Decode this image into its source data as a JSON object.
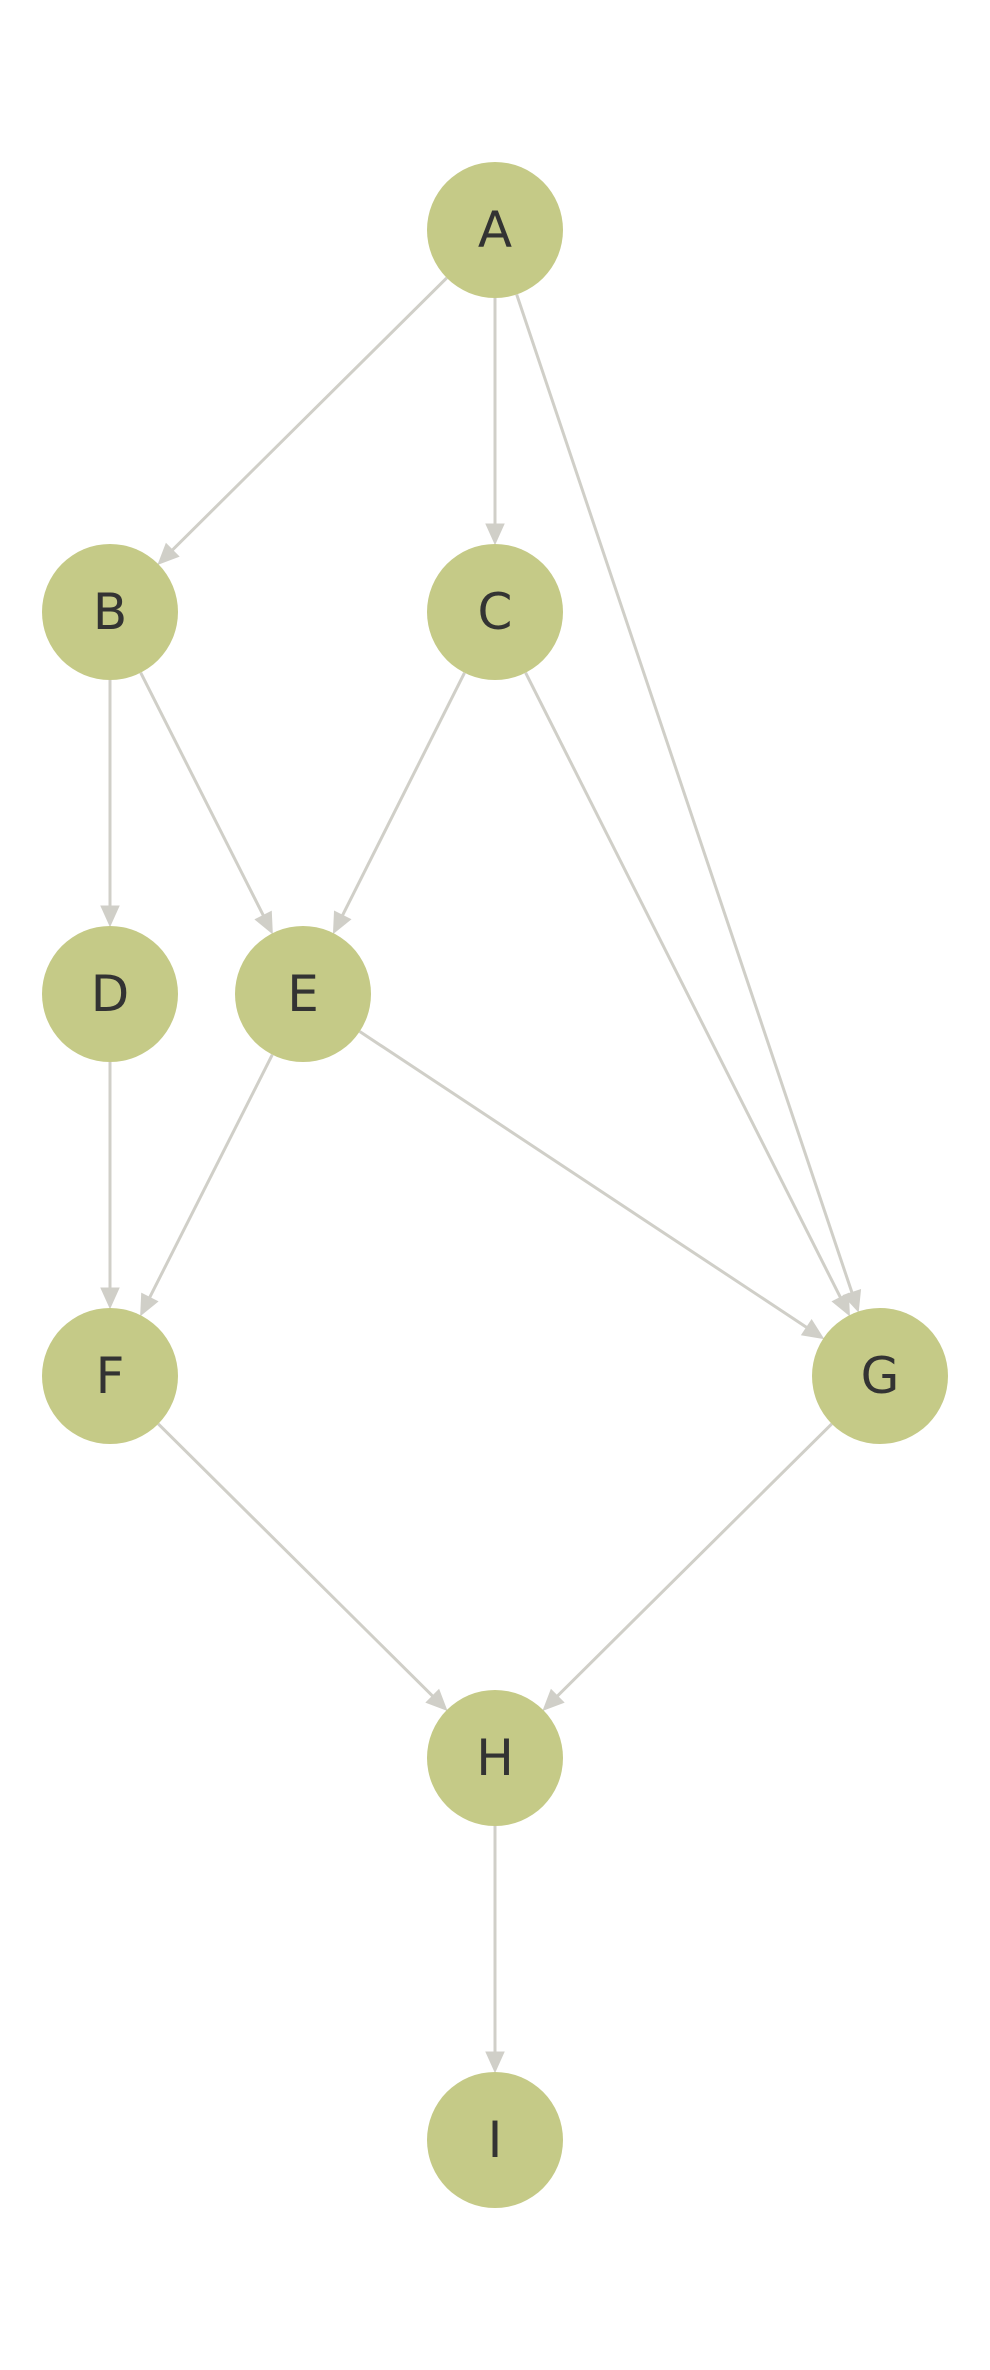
{
  "diagram": {
    "type": "directed-acyclic-graph",
    "colors": {
      "node_fill": "#c5ca87",
      "label": "#333333",
      "edge": "#d0cfc8",
      "background": "#ffffff"
    },
    "nodes": [
      {
        "id": "A",
        "label": "A"
      },
      {
        "id": "B",
        "label": "B"
      },
      {
        "id": "C",
        "label": "C"
      },
      {
        "id": "D",
        "label": "D"
      },
      {
        "id": "E",
        "label": "E"
      },
      {
        "id": "F",
        "label": "F"
      },
      {
        "id": "G",
        "label": "G"
      },
      {
        "id": "H",
        "label": "H"
      },
      {
        "id": "I",
        "label": "I"
      }
    ],
    "edges": [
      {
        "from": "A",
        "to": "B"
      },
      {
        "from": "A",
        "to": "C"
      },
      {
        "from": "A",
        "to": "G"
      },
      {
        "from": "B",
        "to": "D"
      },
      {
        "from": "B",
        "to": "E"
      },
      {
        "from": "C",
        "to": "E"
      },
      {
        "from": "C",
        "to": "G"
      },
      {
        "from": "D",
        "to": "F"
      },
      {
        "from": "E",
        "to": "F"
      },
      {
        "from": "E",
        "to": "G"
      },
      {
        "from": "F",
        "to": "H"
      },
      {
        "from": "G",
        "to": "H"
      },
      {
        "from": "H",
        "to": "I"
      }
    ]
  }
}
